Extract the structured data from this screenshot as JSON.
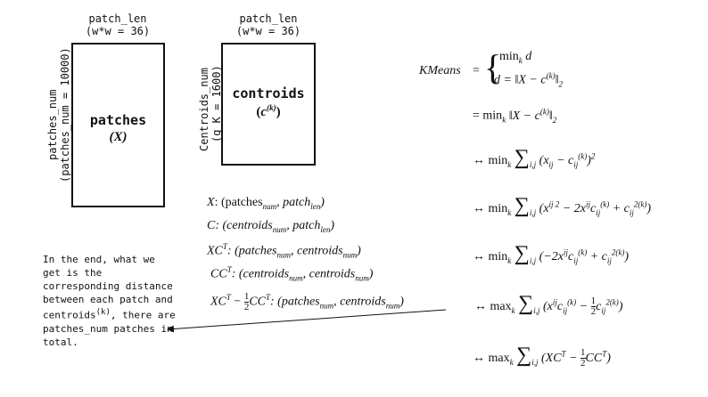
{
  "left_box": {
    "top_label_1": "patch_len",
    "top_label_2": "(w*w = 36)",
    "side_label_1": "patches_num",
    "side_label_2": "(patches_num = 10000)",
    "title": "patches",
    "symbol": "(X)"
  },
  "right_box": {
    "top_label_1": "patch_len",
    "top_label_2": "(w*w = 36)",
    "side_label_1": "Centroids_num",
    "side_label_2": "(g_K = 1600)",
    "title": "controids",
    "symbol_open": "(",
    "symbol_c": "c",
    "symbol_sup": "(k)",
    "symbol_close": ")"
  },
  "shapes": {
    "x_lhs": "X",
    "x_rhs": ": (patches",
    "c_lhs": "C",
    "c_rhs": ": (centroids",
    "xct_lhs": "XC",
    "cct_lhs": "CC",
    "t": "T",
    "num": "num",
    "len": "len",
    "patch": "patch",
    "centroids": ", centroids",
    "half_num": "1",
    "half_den": "2",
    "minus": "−"
  },
  "note": {
    "line1": "In the end, what we",
    "line2": "get is the",
    "line3": "corresponding distance",
    "line4": "between each patch and",
    "line5_a": "centroids",
    "line5_sup": "(k)",
    "line5_b": ", there are",
    "line6": "patches_num patches in",
    "line7": "total."
  },
  "equations": {
    "lhs": "KMeans",
    "eq1_top": "min",
    "eq1_top_sub": "k",
    "eq1_top_var": "d",
    "eq1_bottom": "d = ‖X − c",
    "eq1_bottom_sup": "(k)",
    "eq1_bottom_end": "‖",
    "eq1_bottom_sub": "2",
    "eq2": "= min",
    "eq2_sub": "k",
    "eq2_body": "‖X − c",
    "eq2_sup": "(k)",
    "eq2_end": "‖",
    "eq2_end_sub": "2",
    "arrow": "↔",
    "min": "min",
    "max": "max",
    "k": "k",
    "sigma": "∑",
    "ij": "i,j",
    "eq3_body": "(x",
    "eq3_sub1": "ij",
    "eq3_mid": " − c",
    "eq3_sub2": "ij",
    "eq3_sup2": "(k)",
    "eq3_end": ")",
    "eq3_pow": "2",
    "eq4_a": "(x",
    "eq4_sup1": "ij 2",
    "eq4_b": " − 2x",
    "eq4_sup2": "ij",
    "eq4_c": "c",
    "eq4_sub3": "ij",
    "eq4_sup3": "(k)",
    "eq4_d": " + c",
    "eq4_sub4": "ij",
    "eq4_sup4": "2(k)",
    "eq4_e": ")",
    "eq5_a": "(−2x",
    "eq5_sup1": "ij",
    "eq5_b": "c",
    "eq5_sub2": "ij",
    "eq5_sup2": "(k)",
    "eq5_c": " + c",
    "eq5_sub3": "ij",
    "eq5_sup3": "2(k)",
    "eq5_d": ")",
    "eq6_a": "(x",
    "eq6_sup1": "ij",
    "eq6_b": "c",
    "eq6_sub2": "ij",
    "eq6_sup2": "(k)",
    "eq6_c": " − ",
    "eq6_d": "c",
    "eq6_sub3": "ij",
    "eq6_sup3": "2(k)",
    "eq6_e": ")",
    "eq7_a": "(XC",
    "eq7_sup1": "T",
    "eq7_b": " − ",
    "eq7_c": "CC",
    "eq7_sup2": "T",
    "eq7_d": ")"
  }
}
